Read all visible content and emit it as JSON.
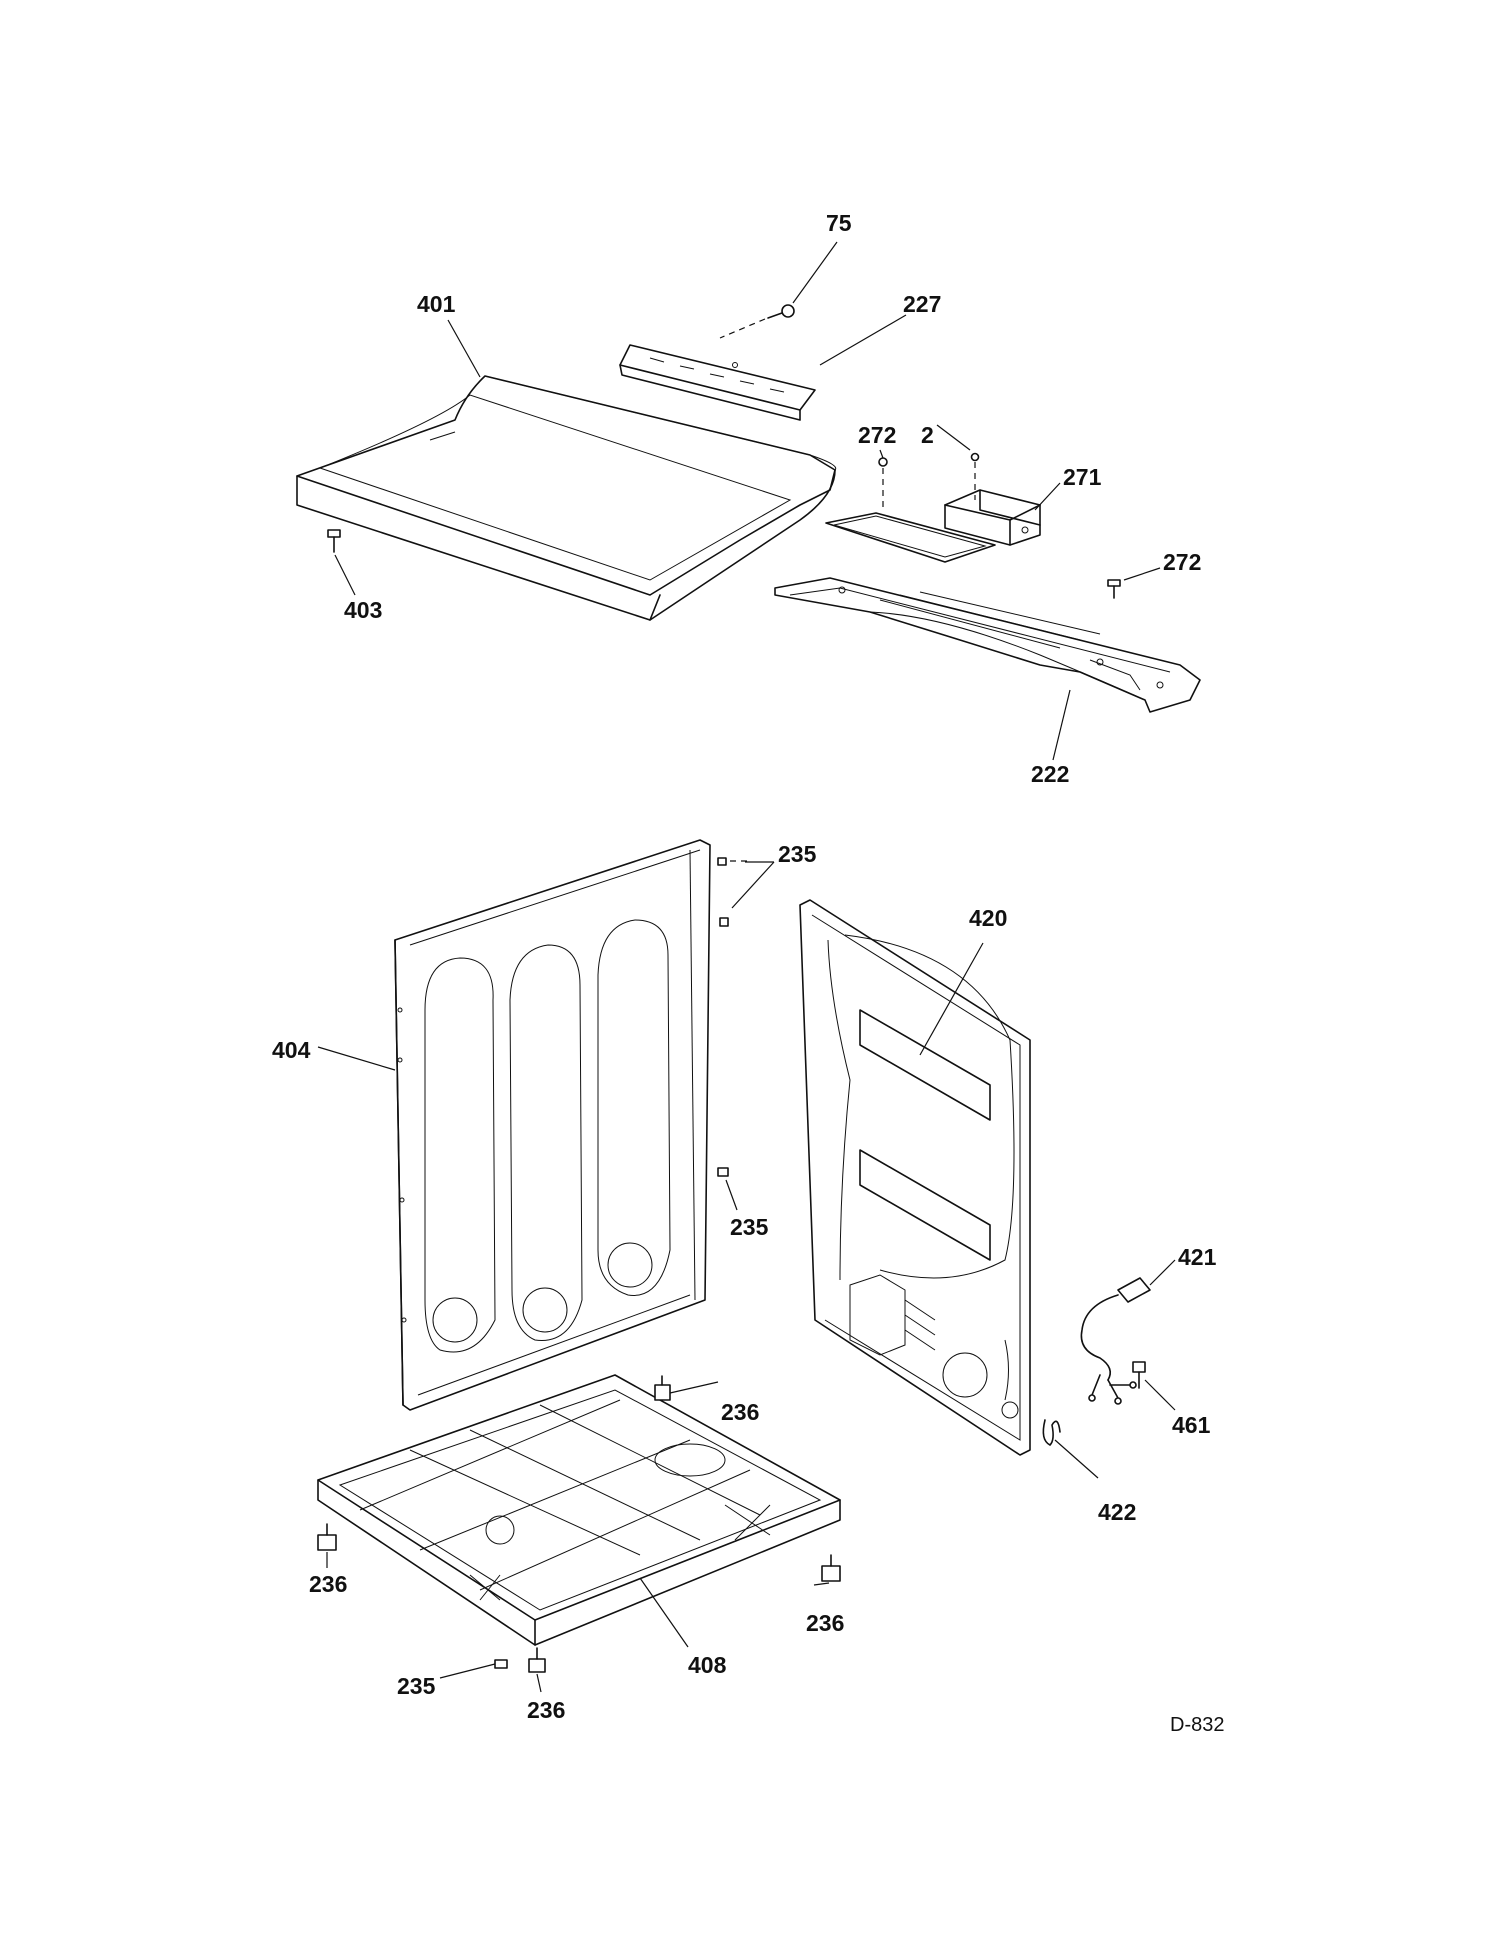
{
  "drawing_code": "D-832",
  "callouts": {
    "c75": "75",
    "c227": "227",
    "c401": "401",
    "c403": "403",
    "c272a": "272",
    "c2": "2",
    "c271": "271",
    "c272b": "272",
    "c222": "222",
    "c235a": "235",
    "c420": "420",
    "c404": "404",
    "c235b": "235",
    "c421": "421",
    "c236a": "236",
    "c461": "461",
    "c422": "422",
    "c236b": "236",
    "c236c": "236",
    "c408": "408",
    "c235c": "235",
    "c236d": "236"
  }
}
